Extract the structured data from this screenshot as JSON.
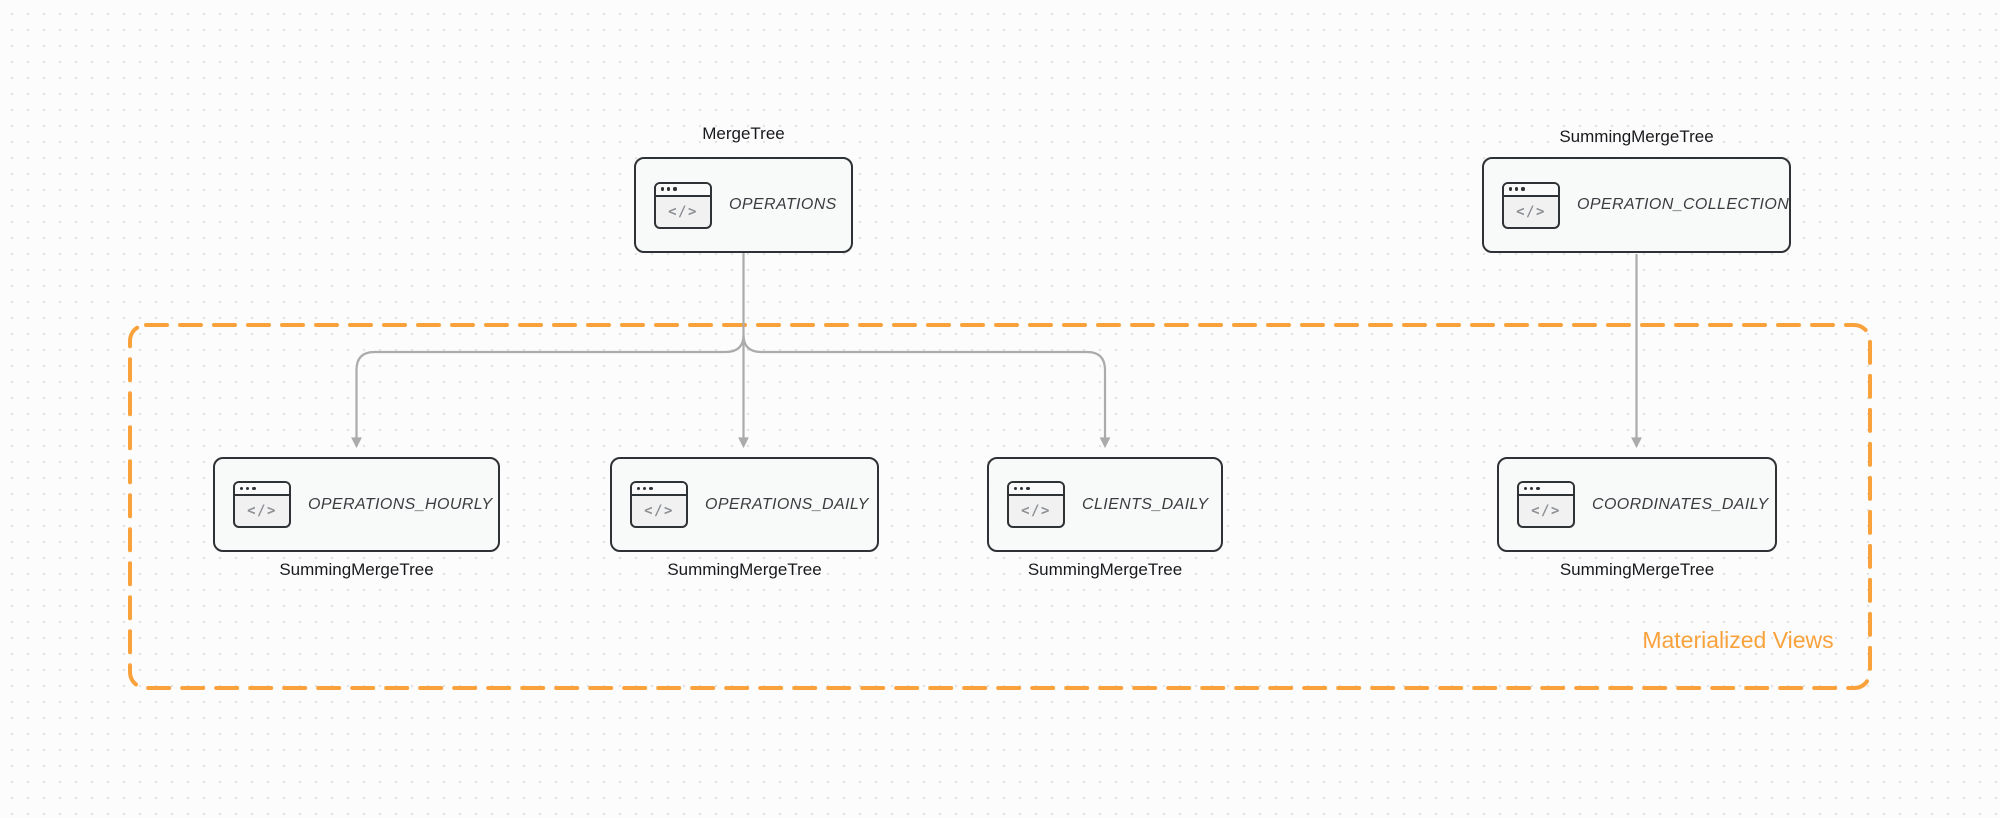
{
  "diagram": {
    "group": {
      "label": "Materialized Views"
    },
    "colors": {
      "accent_orange": "#F9A23C",
      "edge_gray": "#ABABAB",
      "node_border": "#2F3235",
      "node_background": "#F8F9F9",
      "canvas_background": "#FCFCFC",
      "dot_grid": "#E3E3E6"
    },
    "icon_glyph": "</>",
    "nodes": [
      {
        "id": "operations",
        "label": "OPERATIONS",
        "engine": "MergeTree"
      },
      {
        "id": "operation_collection",
        "label": "OPERATION_COLLECTION",
        "engine": "SummingMergeTree"
      },
      {
        "id": "operations_hourly",
        "label": "OPERATIONS_HOURLY",
        "engine": "SummingMergeTree"
      },
      {
        "id": "operations_daily",
        "label": "OPERATIONS_DAILY",
        "engine": "SummingMergeTree"
      },
      {
        "id": "clients_daily",
        "label": "CLIENTS_DAILY",
        "engine": "SummingMergeTree"
      },
      {
        "id": "coordinates_daily",
        "label": "COORDINATES_DAILY",
        "engine": "SummingMergeTree"
      }
    ]
  }
}
